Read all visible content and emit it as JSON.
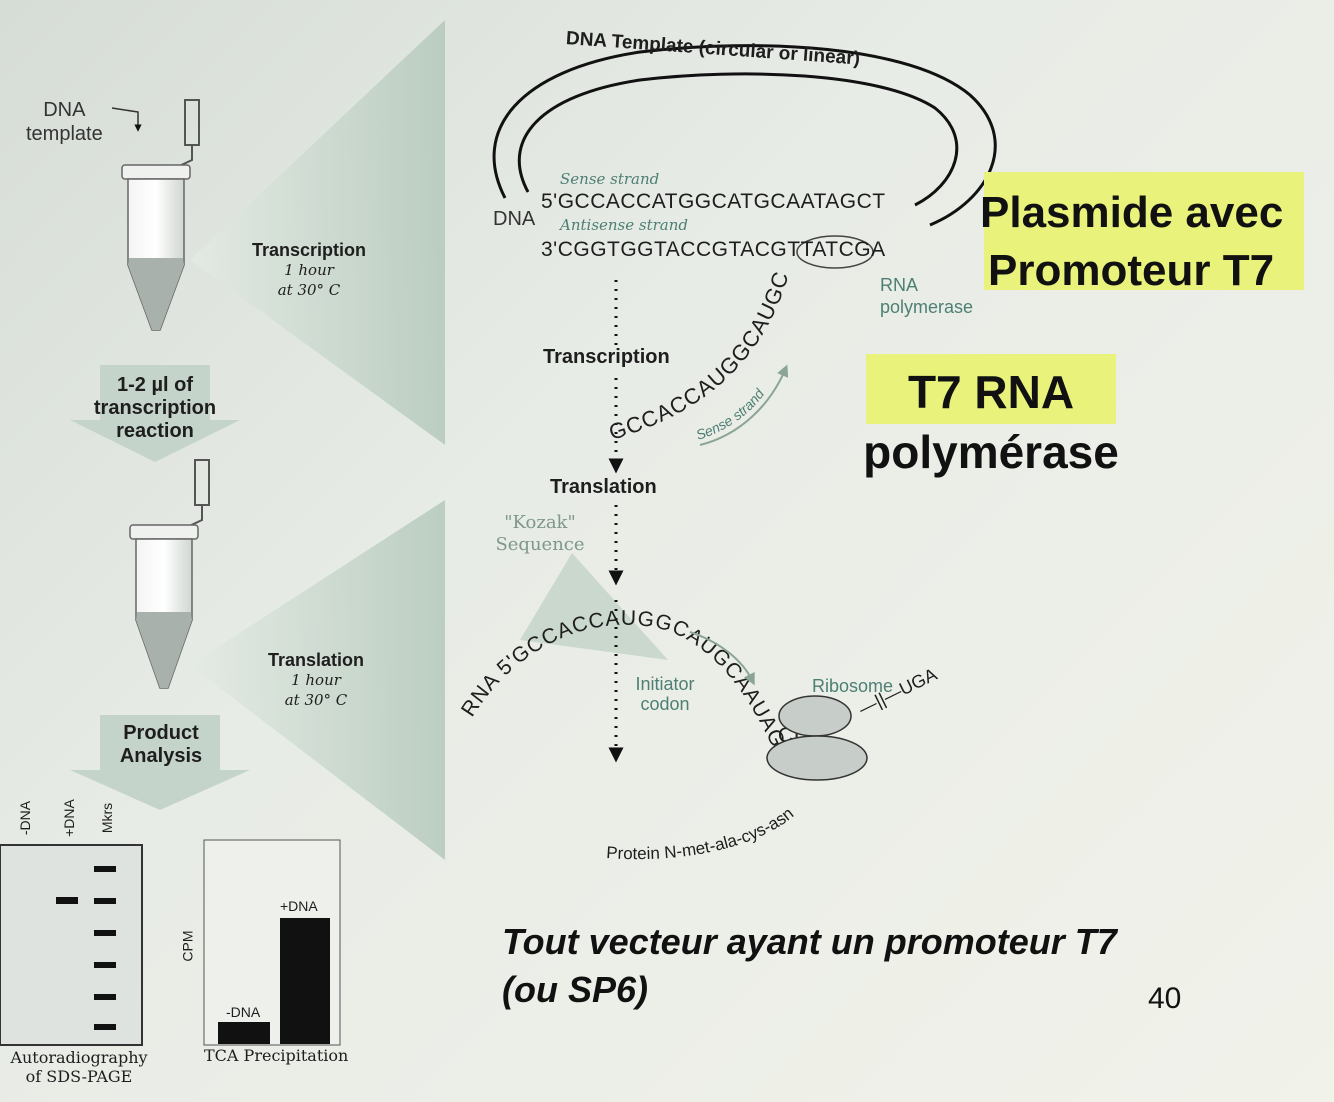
{
  "colors": {
    "highlight": "#e9f27a",
    "label_green": "#4d7f74",
    "wedge": "#bfcfc4",
    "ink": "#1e1e1e"
  },
  "icons": [
    "microtube-icon",
    "down-arrow-icon",
    "dna-loop-icon",
    "ribosome-icon",
    "gel-lane-icon",
    "bar-chart-icon"
  ],
  "left": {
    "dna_template": [
      "DNA",
      "template"
    ],
    "transcription": [
      "Transcription",
      "1 hour",
      "at 30° C"
    ],
    "transfer": [
      "1-2 µl of",
      "transcription",
      "reaction"
    ],
    "translation": [
      "Translation",
      "1 hour",
      "at 30° C"
    ],
    "product_analysis": [
      "Product",
      "Analysis"
    ]
  },
  "gel": {
    "lanes": [
      "-DNA",
      "+DNA",
      "Mkrs"
    ],
    "caption": [
      "Autoradiography",
      "of SDS-PAGE"
    ]
  },
  "tca": {
    "ylabel": "CPM",
    "bars": [
      {
        "label": "-DNA"
      },
      {
        "label": "+DNA"
      }
    ],
    "caption": "TCA Precipitation"
  },
  "diagram": {
    "dna_template_title": "DNA Template (circular or linear)",
    "dna_label": "DNA",
    "sense_strand_label": "Sense strand",
    "sense_seq": "5'GCCACCATGGCATGCAATAGCT",
    "antisense_strand_label": "Antisense strand",
    "antisense_seq": "3'CGGTGGTACCGTACGTTATCGA",
    "rna_polymerase": [
      "RNA",
      "polymerase"
    ],
    "transcription": "Transcription",
    "mrna_seq": "GCCACCAUGGCAUGC",
    "mrna_sense_label": "Sense strand",
    "translation": "Translation",
    "kozak": [
      "\"Kozak\"",
      "Sequence"
    ],
    "rna_seq": "RNA 5'GCCACCAUGGCAUGCAAUAGCU",
    "uga_tail": "—||—UGA",
    "initiator_codon": [
      "Initiator",
      "codon"
    ],
    "ribosome": "Ribosome",
    "protein": "Protein N-met-ala-cys-asn"
  },
  "callouts": {
    "plasmide": [
      "Plasmide avec",
      "Promoteur T7"
    ],
    "t7": [
      "T7 RNA",
      "polymérase"
    ]
  },
  "footer": {
    "text_line1": "Tout vecteur ayant un promoteur T7",
    "text_line2": "(ou SP6)",
    "page_number": "40"
  }
}
